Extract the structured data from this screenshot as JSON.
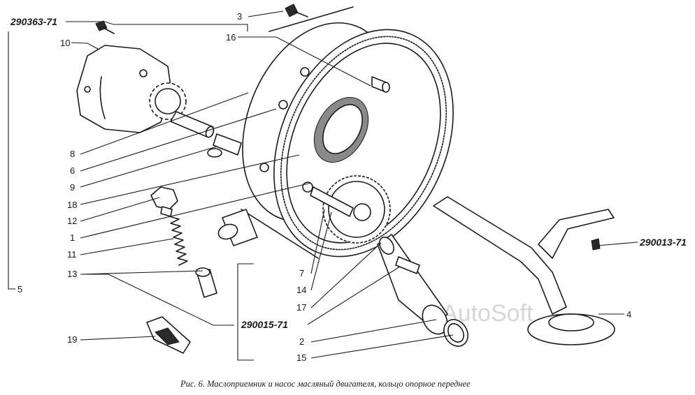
{
  "labels": {
    "n1": "1",
    "n2": "2",
    "n3": "3",
    "n4": "4",
    "n5": "5",
    "n6": "6",
    "n7": "7",
    "n8": "8",
    "n9": "9",
    "n10": "10",
    "n11": "11",
    "n12": "12",
    "n13": "13",
    "n14": "14",
    "n15": "15",
    "n16": "16",
    "n17": "17",
    "n18": "18",
    "n19": "19"
  },
  "codes": {
    "kit_pump": "290363-71",
    "kit_receiver": "290013-71",
    "kit_repair": "290015-71"
  },
  "caption": "Рис. 6. Маслоприемник и насос масляный двигателя, кольцо опорное переднее",
  "watermark": "AutoSoft"
}
